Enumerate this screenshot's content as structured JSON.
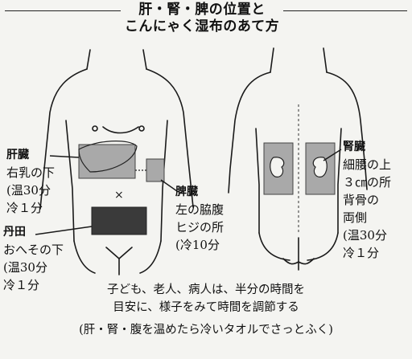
{
  "title": {
    "line1": "肝・腎・脾の位置と",
    "line2": "こんにゃく湿布のあて方"
  },
  "labels": {
    "liver": {
      "name": "肝臓",
      "lines": [
        "右乳の下",
        "(温30分",
        "冷１分"
      ]
    },
    "dantian": {
      "name": "丹田",
      "lines": [
        "おへその下",
        "(温30分",
        "冷１分"
      ]
    },
    "spleen": {
      "name": "脾臓",
      "lines": [
        "左の脇腹",
        "ヒジの所",
        "(冷10分"
      ]
    },
    "kidney": {
      "name": "腎臓",
      "lines": [
        "細腰の上",
        "３㎝の所",
        "背骨の",
        "両側",
        "(温30分",
        "冷１分"
      ]
    }
  },
  "navel_mark": "×",
  "notes": [
    "子ども、老人、病人は、半分の時間を",
    "目安に、様子をみて時間を調節する",
    "(肝・腎・腹を温めたら冷いタオルでさっとふく)"
  ],
  "colors": {
    "patch_light": "#a9a9a9",
    "patch_dark": "#3a3a3a",
    "outline": "#1a1a1a"
  }
}
